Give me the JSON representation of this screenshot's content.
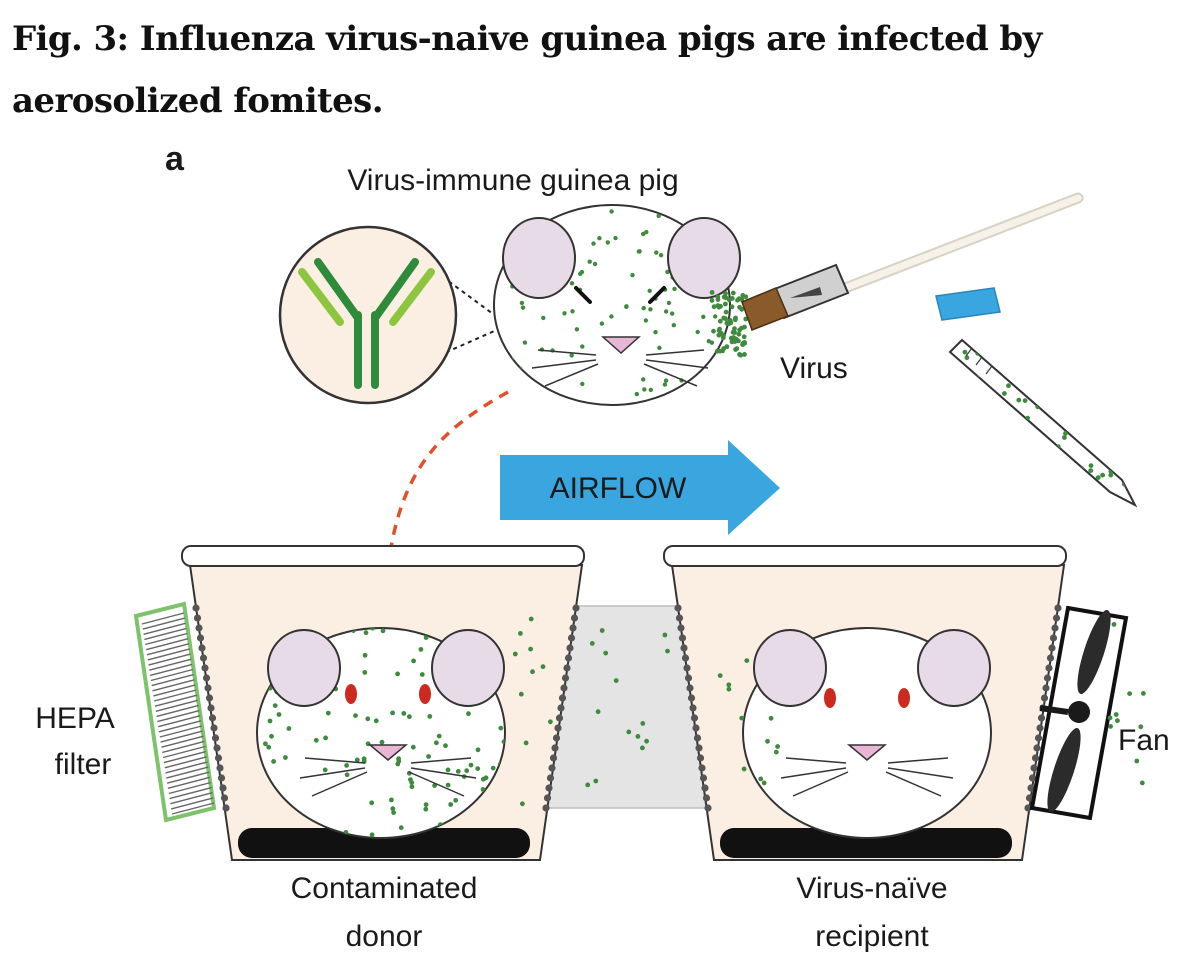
{
  "caption": "Fig. 3: Influenza virus-naive guinea pigs are infected by aerosolized fomites.",
  "panel_label": "a",
  "labels": {
    "immune_pig": "Virus-immune guinea pig",
    "virus": "Virus",
    "airflow": "AIRFLOW",
    "hepa_line1": "HEPA",
    "hepa_line2": "filter",
    "fan": "Fan",
    "donor_line1": "Contaminated",
    "donor_line2": "donor",
    "recipient_line1": "Virus-naïve",
    "recipient_line2": "recipient"
  },
  "colors": {
    "virus_dot": "#3f8a3f",
    "antibody_dark": "#2e8b3a",
    "antibody_light": "#8cc63f",
    "airflow_arrow": "#3aa6e0",
    "cage_fill": "#fbeee2",
    "tunnel": "#e4e4e4",
    "tube_cap": "#3aa6e0",
    "dashed_arrow": "#e0502a",
    "eye_red": "#cc2a1e",
    "ear_pink": "#e8dbe8",
    "nose_pink": "#e9b6d6",
    "hepa_border": "#7ec36b"
  }
}
